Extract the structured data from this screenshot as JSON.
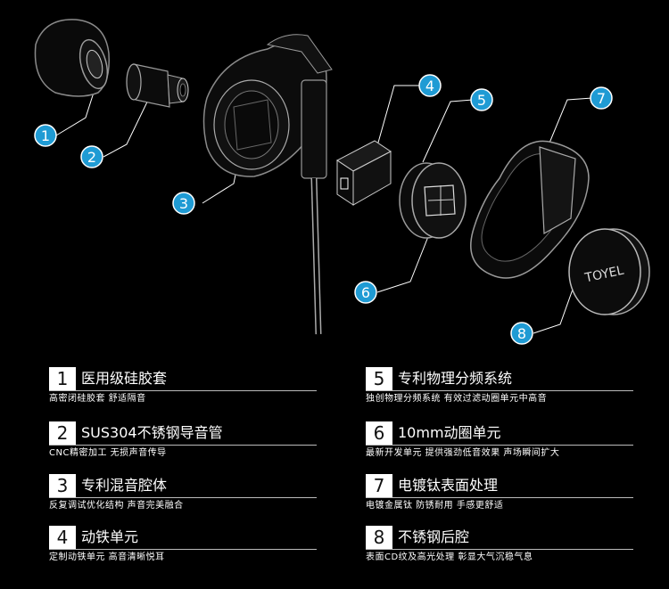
{
  "callouts": [
    {
      "num": "1"
    },
    {
      "num": "2"
    },
    {
      "num": "3"
    },
    {
      "num": "4"
    },
    {
      "num": "5"
    },
    {
      "num": "6"
    },
    {
      "num": "7"
    },
    {
      "num": "8"
    }
  ],
  "brand_logo_text": "TOYEL",
  "colors": {
    "callout_fill": "#1f9bd4",
    "legend_box": "#ffffff",
    "background": "#000000"
  },
  "legend": [
    {
      "num": "1",
      "title": "医用级硅胶套",
      "sub": "高密闭硅胶套  舒适隔音"
    },
    {
      "num": "2",
      "title": "SUS304不锈钢导音管",
      "sub": "CNC精密加工  无损声音传导"
    },
    {
      "num": "3",
      "title": "专利混音腔体",
      "sub": "反复调试优化结构  声音完美融合"
    },
    {
      "num": "4",
      "title": "动铁单元",
      "sub": "定制动铁单元  高音清晰悦耳"
    },
    {
      "num": "5",
      "title": "专利物理分频系统",
      "sub": "独创物理分频系统  有效过滤动圈单元中高音"
    },
    {
      "num": "6",
      "title": "10mm动圈单元",
      "sub": "最新开发单元  提供强劲低音效果  声场瞬间扩大"
    },
    {
      "num": "7",
      "title": "电镀钛表面处理",
      "sub": "电镀金属钛  防锈耐用  手感更舒适"
    },
    {
      "num": "8",
      "title": "不锈钢后腔",
      "sub": "表面CD纹及高光处理  彰显大气沉稳气息"
    }
  ]
}
